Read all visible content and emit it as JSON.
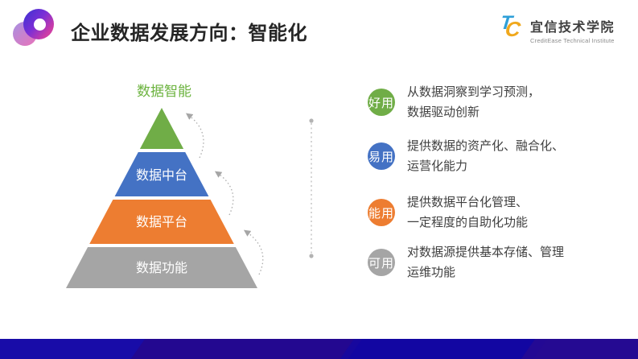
{
  "header": {
    "title": "企业数据发展方向：智能化",
    "brand": {
      "mark_t": "T",
      "mark_c": "C",
      "name": "宜信技术学院",
      "subtitle": "CreditEase Technical Institute"
    }
  },
  "pyramid": {
    "top_label": "数据智能",
    "top_label_color": "#6CB33F",
    "apex_color": "#70AD47",
    "levels": [
      {
        "label": "数据中台",
        "color": "#4472C4"
      },
      {
        "label": "数据平台",
        "color": "#ED7D31"
      },
      {
        "label": "数据功能",
        "color": "#A5A5A5"
      }
    ]
  },
  "features": [
    {
      "badge": "好用",
      "color": "#70AD47",
      "lines": [
        "从数据洞察到学习预测，",
        "数据驱动创新"
      ]
    },
    {
      "badge": "易用",
      "color": "#4472C4",
      "lines": [
        "提供数据的资产化、融合化、",
        "运营化能力"
      ]
    },
    {
      "badge": "能用",
      "color": "#ED7D31",
      "lines": [
        "提供数据平台化管理、",
        "一定程度的自助化功能"
      ]
    },
    {
      "badge": "可用",
      "color": "#A5A5A5",
      "lines": [
        "对数据源提供基本存储、管理",
        "运维功能"
      ]
    }
  ],
  "colors": {
    "band_base": "#17089E",
    "arrow_gray": "#ABABAB",
    "text_gray": "#404040"
  }
}
